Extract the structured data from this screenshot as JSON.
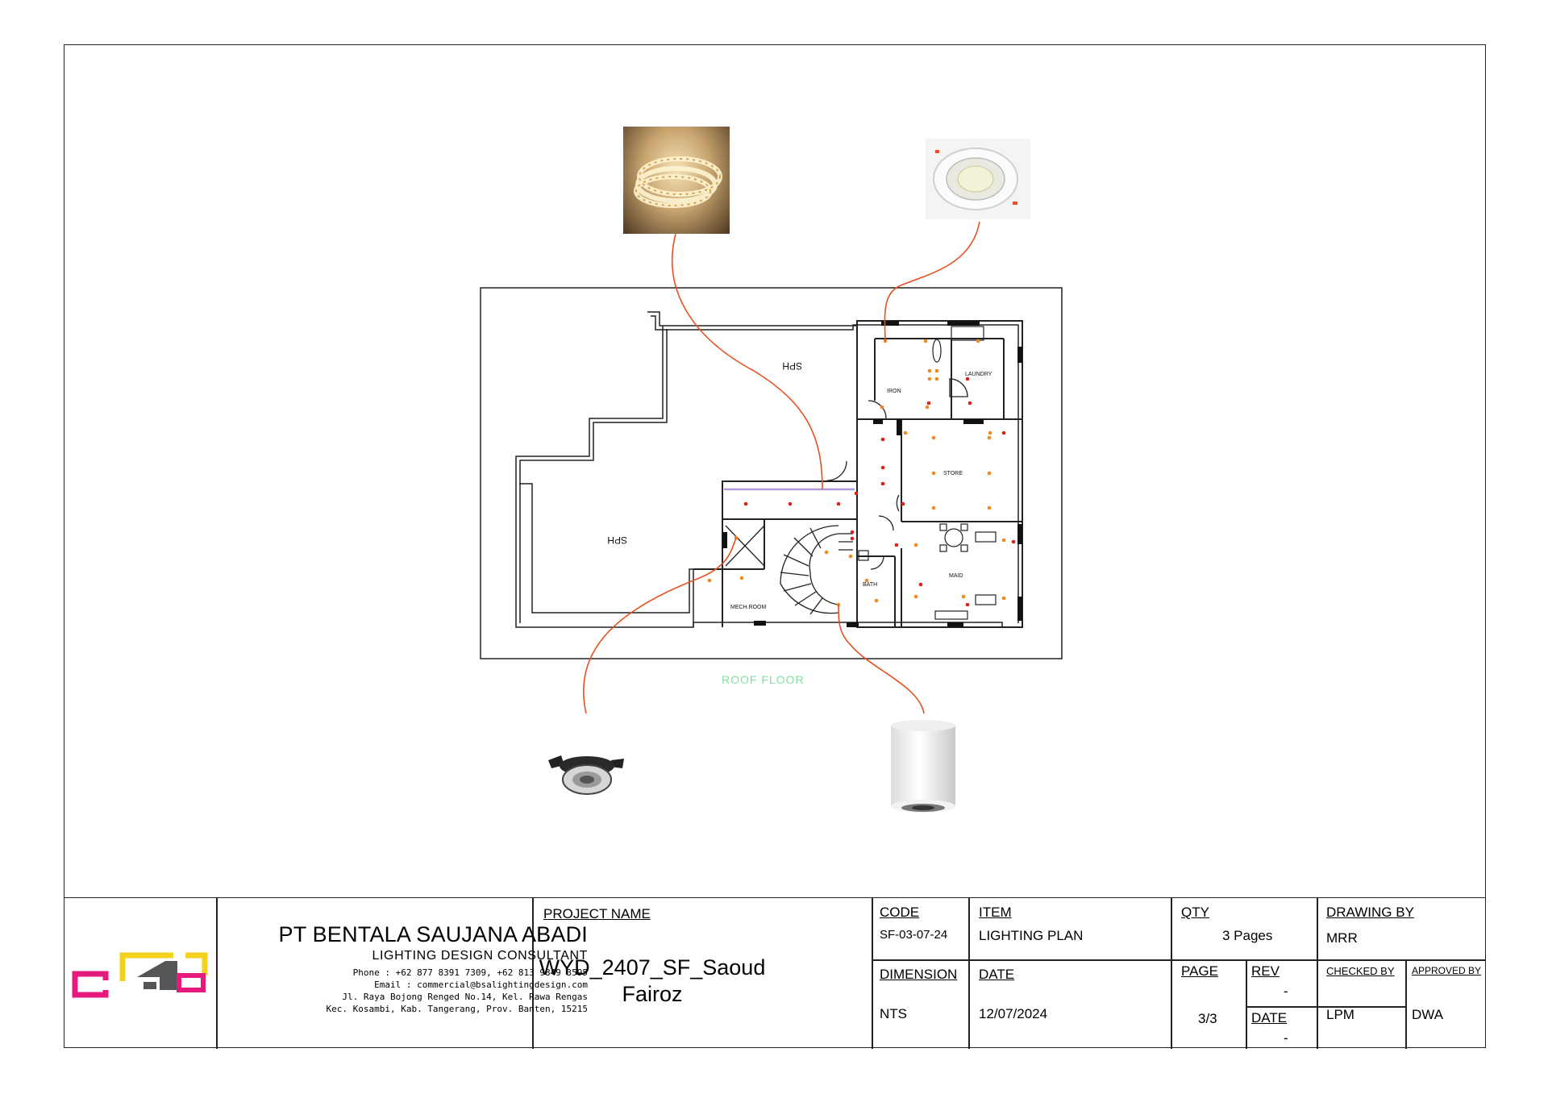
{
  "plan": {
    "floor_label": "ROOF FLOOR",
    "rooms": {
      "iron": "IRON",
      "laundry": "LAUNDRY",
      "store": "STORE",
      "maid": "MAID",
      "mech_room": "MECH.ROOM",
      "bath": "BATH",
      "roof_top": "SPH",
      "roof_left": "SPH"
    },
    "products": {
      "top_left": "led-strip-photo",
      "top_right": "recessed-downlight-photo",
      "bottom_left": "adjustable-spotlight-photo",
      "bottom_right": "surface-cylinder-downlight-photo"
    },
    "colors": {
      "leader": "#e8501e",
      "dot_red": "#e0201a",
      "dot_orange": "#f08a1e",
      "logo_magenta": "#e6197e",
      "logo_yellow": "#f2d21a",
      "logo_gray": "#555555"
    }
  },
  "title_block": {
    "company": {
      "name": "PT BENTALA SAUJANA ABADI",
      "tagline": "LIGHTING DESIGN CONSULTANT",
      "phone": "Phone : +62 877 8391 7309, +62 813 9849 3595",
      "email": "Email : commercial@bsalightingdesign.com",
      "address1": "Jl. Raya Bojong Renged No.14, Kel. Rawa Rengas",
      "address2": "Kec. Kosambi, Kab. Tangerang, Prov. Banten, 15215"
    },
    "project_label": "PROJECT NAME",
    "project_line1": "WYD_2407_SF_Saoud",
    "project_line2": "Fairoz",
    "code_label": "CODE",
    "code_value": "SF-03-07-24",
    "item_label": "ITEM",
    "item_value": "LIGHTING PLAN",
    "qty_label": "QTY",
    "qty_value": "3 Pages",
    "drawing_by_label": "DRAWING BY",
    "drawing_by_value": "MRR",
    "dimension_label": "DIMENSION",
    "dimension_value": "NTS",
    "date_label": "DATE",
    "date_value": "12/07/2024",
    "page_label": "PAGE",
    "page_value": "3/3",
    "rev_label": "REV",
    "rev_value": "-",
    "date2_label": "DATE",
    "date2_value": "-",
    "checked_by_label": "CHECKED BY",
    "checked_by_value": "LPM",
    "approved_by_label": "APPROVED BY",
    "approved_by_value": "DWA"
  }
}
